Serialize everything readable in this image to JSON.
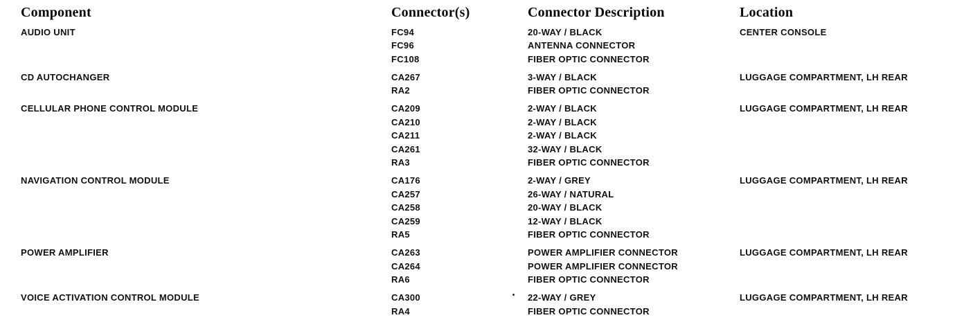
{
  "table": {
    "headers": [
      "Component",
      "Connector(s)",
      "Connector Description",
      "Location"
    ],
    "rows": [
      {
        "component": "AUDIO UNIT",
        "location": "CENTER CONSOLE",
        "connectors": [
          {
            "id": "FC94",
            "description": "20-WAY / BLACK"
          },
          {
            "id": "FC96",
            "description": "ANTENNA CONNECTOR"
          },
          {
            "id": "FC108",
            "description": "FIBER OPTIC CONNECTOR"
          }
        ]
      },
      {
        "component": "CD AUTOCHANGER",
        "location": "LUGGAGE COMPARTMENT, LH REAR",
        "connectors": [
          {
            "id": "CA267",
            "description": "3-WAY / BLACK"
          },
          {
            "id": "RA2",
            "description": "FIBER OPTIC CONNECTOR"
          }
        ]
      },
      {
        "component": "CELLULAR PHONE CONTROL MODULE",
        "location": "LUGGAGE COMPARTMENT, LH REAR",
        "connectors": [
          {
            "id": "CA209",
            "description": "2-WAY / BLACK"
          },
          {
            "id": "CA210",
            "description": "2-WAY / BLACK"
          },
          {
            "id": "CA211",
            "description": "2-WAY / BLACK"
          },
          {
            "id": "CA261",
            "description": "32-WAY / BLACK"
          },
          {
            "id": "RA3",
            "description": "FIBER OPTIC CONNECTOR"
          }
        ]
      },
      {
        "component": "NAVIGATION CONTROL MODULE",
        "location": "LUGGAGE COMPARTMENT, LH REAR",
        "connectors": [
          {
            "id": "CA176",
            "description": "2-WAY / GREY"
          },
          {
            "id": "CA257",
            "description": "26-WAY / NATURAL"
          },
          {
            "id": "CA258",
            "description": "20-WAY / BLACK"
          },
          {
            "id": "CA259",
            "description": "12-WAY / BLACK"
          },
          {
            "id": "RA5",
            "description": "FIBER OPTIC CONNECTOR"
          }
        ]
      },
      {
        "component": "POWER AMPLIFIER",
        "location": "LUGGAGE COMPARTMENT, LH REAR",
        "connectors": [
          {
            "id": "CA263",
            "description": "POWER AMPLIFIER CONNECTOR"
          },
          {
            "id": "CA264",
            "description": "POWER AMPLIFIER CONNECTOR"
          },
          {
            "id": "RA6",
            "description": "FIBER OPTIC CONNECTOR"
          }
        ]
      },
      {
        "component": "VOICE ACTIVATION CONTROL MODULE",
        "location": "LUGGAGE COMPARTMENT, LH REAR",
        "connectors": [
          {
            "id": "CA300",
            "description": "22-WAY / GREY"
          },
          {
            "id": "RA4",
            "description": "FIBER OPTIC CONNECTOR"
          }
        ]
      }
    ]
  },
  "colors": {
    "text": "#101010",
    "background": "#ffffff"
  }
}
